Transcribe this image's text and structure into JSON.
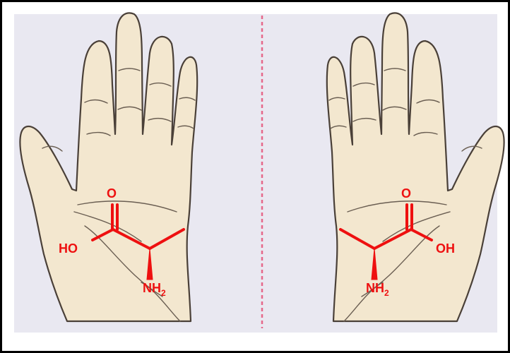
{
  "colors": {
    "molecule": "#ee1010",
    "mirror_line": "#e6688a",
    "background": "#e9e8f1",
    "skin": "#f3e7cf",
    "outline": "#4a4038"
  },
  "left_molecule": {
    "oxygen": "O",
    "hydroxyl": "HO",
    "amine": "NH",
    "amine_subscript": "2"
  },
  "right_molecule": {
    "oxygen": "O",
    "hydroxyl": "OH",
    "amine": "NH",
    "amine_subscript": "2"
  },
  "icons": [
    "left-hand-icon",
    "right-hand-icon",
    "mirror-line"
  ]
}
